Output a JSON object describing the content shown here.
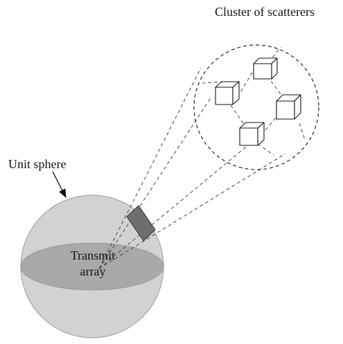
{
  "labels": {
    "cluster": "Cluster of scatterers",
    "unit_sphere": "Unit sphere",
    "transmit_line1": "Transmit",
    "transmit_line2": "array"
  },
  "colors": {
    "sphere": "#d2d2d2",
    "equator_band": "#a9a9a9",
    "beam_patch": "#6e6e6e",
    "outline": "#333333"
  },
  "icons": {
    "scatterer": "cube-outline-icon",
    "annotation_arrow": "arrow-icon"
  }
}
